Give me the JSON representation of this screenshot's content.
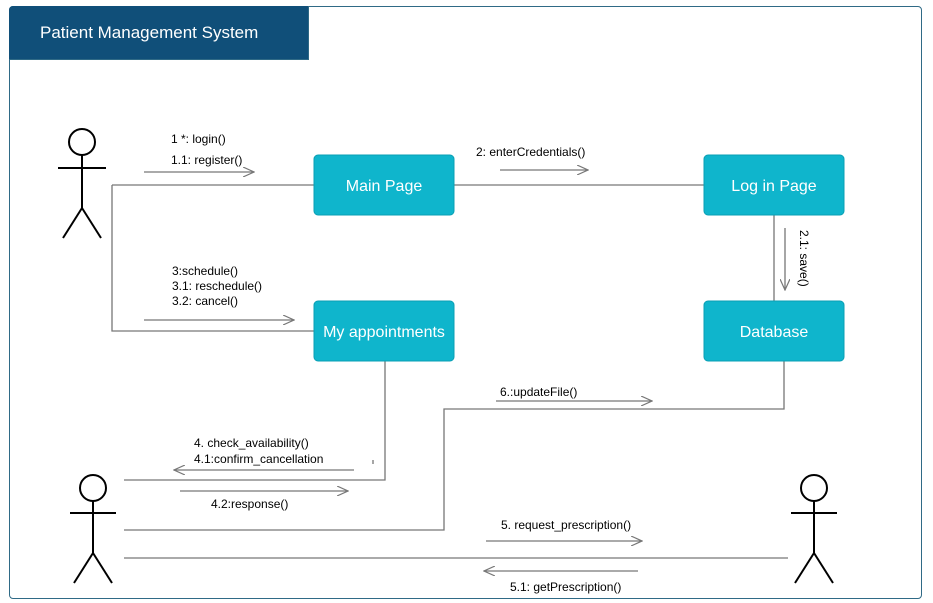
{
  "title": "Patient Management System",
  "nodes": {
    "main_page": "Main Page",
    "login_page": "Log in Page",
    "appointments": "My appointments",
    "database": "Database"
  },
  "messages": {
    "login": "1 *: login()",
    "register": "1.1: register()",
    "enter_credentials": "2: enterCredentials()",
    "save": "2.1: save()",
    "schedule": "3:schedule()",
    "reschedule": "3.1: reschedule()",
    "cancel": "3.2: cancel()",
    "update_file": "6.:updateFile()",
    "check_availability": "4. check_availability()",
    "confirm_cancellation": "4.1:confirm_cancellation",
    "response": "4.2:response()",
    "request_prescription": "5. request_prescription()",
    "get_prescription": "5.1: getPrescription()"
  },
  "colors": {
    "header": "#104f79",
    "node": "#0fb5cc",
    "frame": "#2f6a86",
    "connector": "#777777"
  }
}
